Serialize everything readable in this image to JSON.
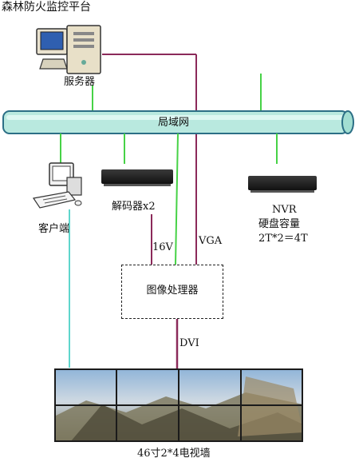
{
  "title": "森林防火监控平台",
  "nodes": {
    "server": "服务器",
    "lan": "局域网",
    "client": "客户端",
    "decoder": "解码器x2",
    "nvr": "NVR",
    "nvr_storage": "硬盘容量",
    "nvr_capacity": "2T*2＝4T",
    "processor": "图像处理器",
    "videowall": "46寸2*4电视墙"
  },
  "links": {
    "decoder_out": "16V",
    "server_out": "VGA",
    "processor_out": "DVI"
  },
  "colors": {
    "lan_fill": "#b9e9df",
    "lan_stroke": "#2c6f86",
    "data_link": "#46d246",
    "client_link": "#5fd6cc",
    "video_link": "#8b2a5a"
  }
}
